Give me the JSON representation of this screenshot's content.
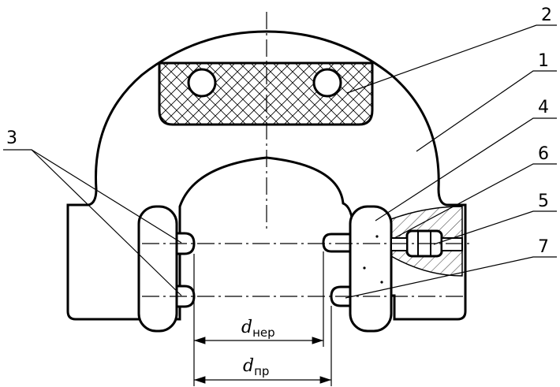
{
  "callouts": {
    "c1": "1",
    "c2": "2",
    "c3": "3",
    "c4": "4",
    "c5": "5",
    "c6": "6",
    "c7": "7"
  },
  "dimensions": {
    "no_go": {
      "symbol": "d",
      "subscript": "нер"
    },
    "go": {
      "symbol": "d",
      "subscript": "пр"
    }
  },
  "colors": {
    "line": "#000000",
    "background": "#ffffff"
  }
}
